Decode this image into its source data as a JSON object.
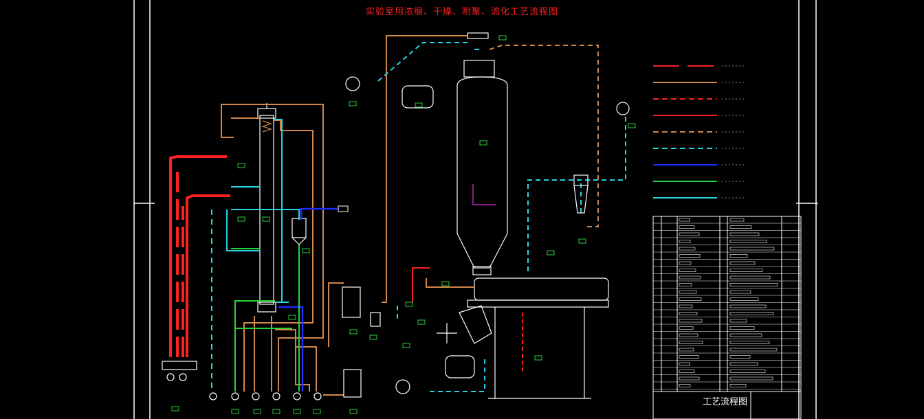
{
  "drawing": {
    "title": "实验室用浓缩、干燥、附聚、流化工艺流程图",
    "title_block_name": "工艺流程图"
  },
  "colors": {
    "background": "#000000",
    "frame": "#ffffff",
    "steam": "#ff2020",
    "water": "#d2874a",
    "cyan_air": "#28d4e6",
    "cooling": "#1e2cff",
    "green": "#28d23c",
    "tag": "#28d23c"
  },
  "legend_entries": [
    {
      "color": "#ff2020",
      "style": "dashed-long"
    },
    {
      "color": "#d2874a",
      "style": "solid"
    },
    {
      "color": "#ff2020",
      "style": "dashed"
    },
    {
      "color": "#ff2020",
      "style": "solid"
    },
    {
      "color": "#d2874a",
      "style": "dashed"
    },
    {
      "color": "#28d4e6",
      "style": "dashed"
    },
    {
      "color": "#1e2cff",
      "style": "solid"
    },
    {
      "color": "#28d23c",
      "style": "solid"
    },
    {
      "color": "#28d4e6",
      "style": "solid"
    }
  ]
}
